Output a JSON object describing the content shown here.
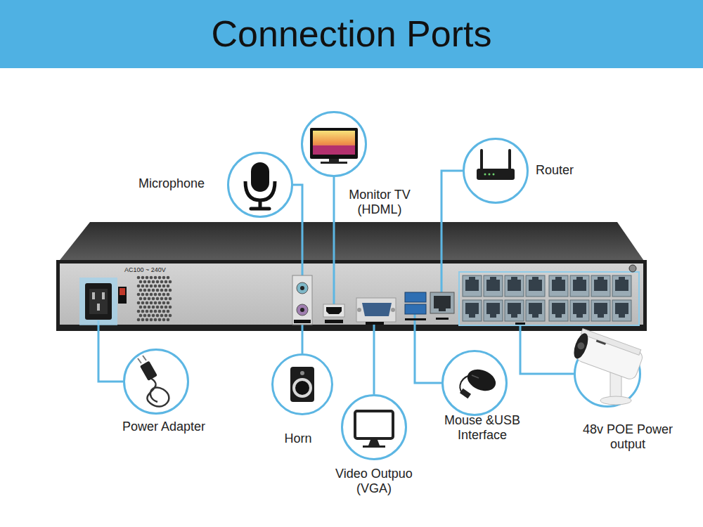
{
  "diagram": {
    "title": "Connection Ports",
    "nodes": [
      {
        "text": [
          "Microphone"
        ]
      },
      {
        "text": [
          "Monitor TV (HDML)"
        ]
      },
      {
        "text": [
          "Router"
        ]
      },
      {
        "text": [
          "AC100 ~ 240V"
        ]
      },
      {
        "text": [
          "Power Adapter"
        ]
      },
      {
        "text": [
          "Horn"
        ]
      },
      {
        "text": [
          "Video Outpuo (VGA)"
        ]
      },
      {
        "text": [
          "Mouse &USB Interface"
        ]
      },
      {
        "text": [
          "48v POE Power output"
        ]
      }
    ],
    "edges": [
      {
        "from": 0,
        "to": 3,
        "arrow": "none"
      },
      {
        "from": 1,
        "to": 3,
        "arrow": "none"
      },
      {
        "from": 2,
        "to": 3,
        "arrow": "none"
      },
      {
        "from": 4,
        "to": 3,
        "arrow": "none"
      },
      {
        "from": 5,
        "to": 3,
        "arrow": "none"
      },
      {
        "from": 6,
        "to": 3,
        "arrow": "none"
      },
      {
        "from": 7,
        "to": 3,
        "arrow": "none"
      },
      {
        "from": 8,
        "to": 3,
        "arrow": "none"
      }
    ]
  }
}
